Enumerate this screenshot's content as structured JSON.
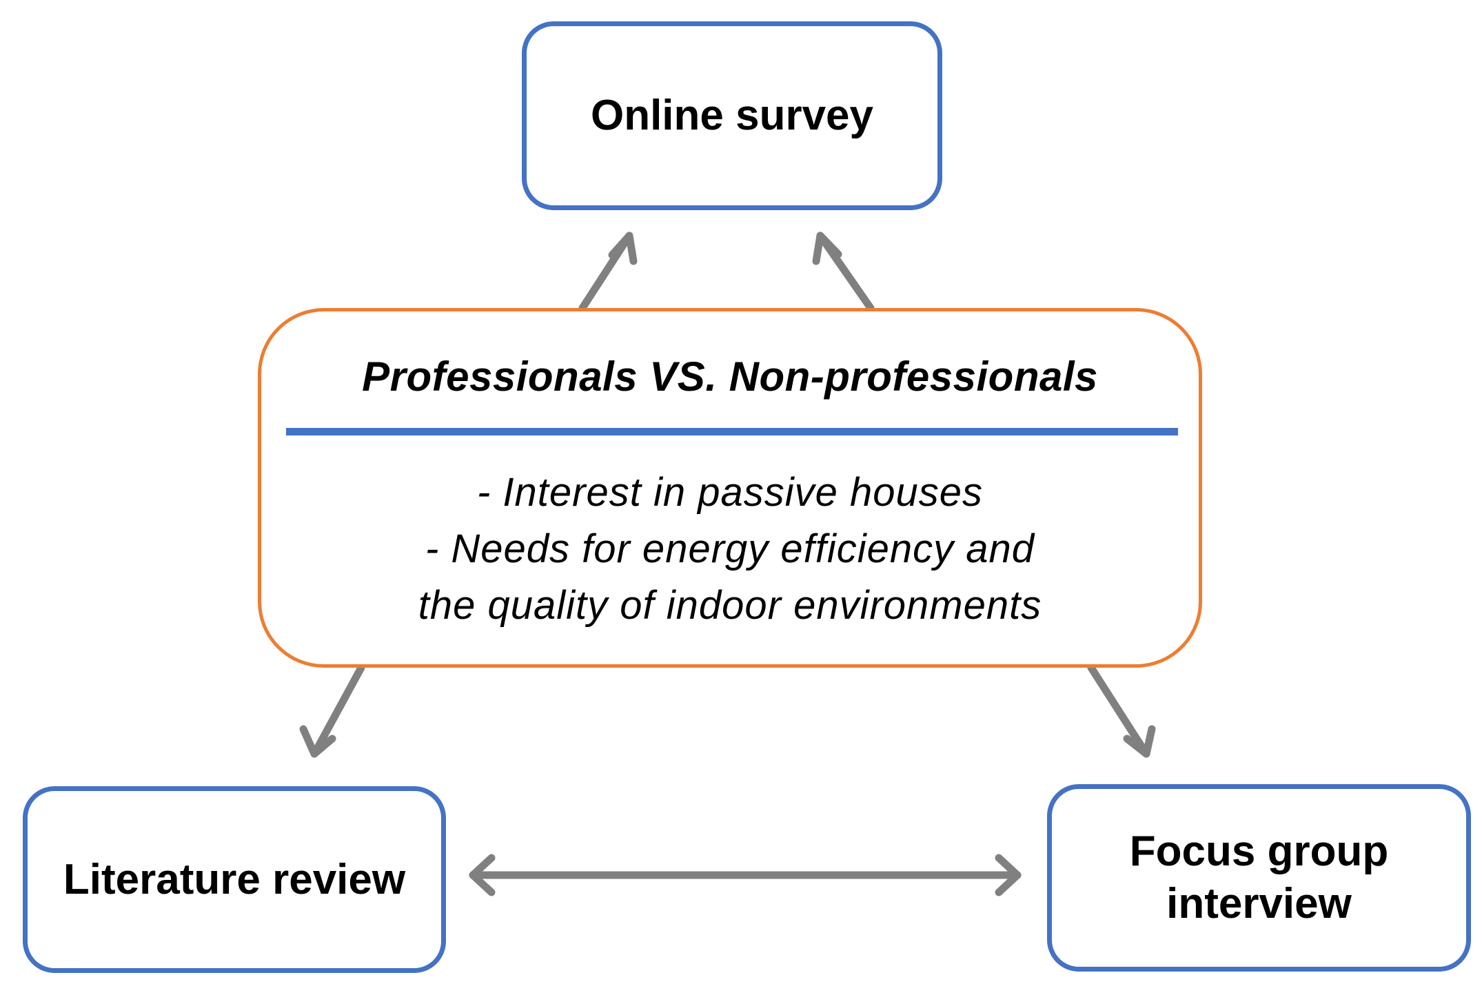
{
  "nodes": {
    "online_survey": "Online survey",
    "literature_review": "Literature review",
    "focus_group": {
      "line1": "Focus group",
      "line2": "interview"
    },
    "center": {
      "title": "Professionals VS. Non-professionals",
      "lines": [
        "- Interest in passive houses",
        "- Needs for energy efficiency and",
        "the quality of indoor environments"
      ]
    }
  },
  "colors": {
    "box_border": "#4472c4",
    "center_border": "#ed7d31",
    "divider": "#4472c4",
    "arrow": "#808080"
  }
}
